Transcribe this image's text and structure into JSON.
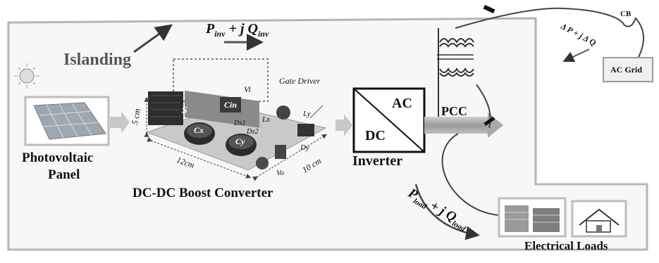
{
  "islanding": "Islanding",
  "power_inv": {
    "p": "P",
    "p_sub": "inv",
    "mid": " + j ",
    "q": "Q",
    "q_sub": "inv"
  },
  "gate_driver": "Gate Driver",
  "board_labels": {
    "vi": "Vi",
    "cin": "Cin",
    "s": "S",
    "cx": "Cx",
    "cy": "Cy",
    "dx1": "Dx1",
    "dx2": "Dx2",
    "lx": "Lx",
    "ly": "Ly",
    "dy": "Dy",
    "vo": "Vo"
  },
  "dimensions": {
    "height": "5 cm",
    "length": "12cm",
    "depth": "10 cm"
  },
  "pv_label_line1": "Photovoltaic",
  "pv_label_line2": "Panel",
  "converter_label": "DC-DC Boost Converter",
  "inverter": {
    "ac": "AC",
    "dc": "DC",
    "label": "Inverter"
  },
  "pcc": "PCC",
  "power_load": {
    "p": "P",
    "p_sub": "load",
    "mid": " + j ",
    "q": "Q",
    "q_sub": "load"
  },
  "grid_power": "Δ P + j Δ Q",
  "cb": "CB",
  "ac_grid": "AC Grid",
  "loads_label": "Electrical Loads",
  "colors": {
    "frame": "#b5b5b5",
    "arrow_fill": "#c8c8c8",
    "bus": "#a9a9a9",
    "line": "#444444"
  }
}
